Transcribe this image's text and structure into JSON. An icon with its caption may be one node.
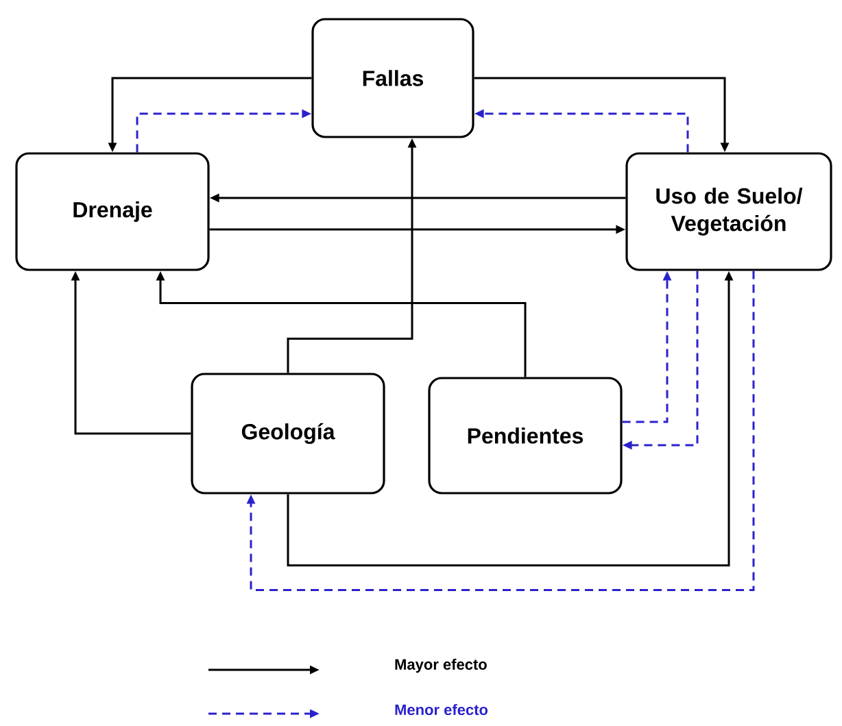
{
  "diagram": {
    "nodes": [
      {
        "text": [
          "Fallas"
        ]
      },
      {
        "text": [
          "Drenaje"
        ]
      },
      {
        "text": [
          "Uso de Suelo/ Vegetación"
        ]
      },
      {
        "text": [
          "Geología"
        ]
      },
      {
        "text": [
          "Pendientes"
        ]
      }
    ],
    "edges": [
      {
        "from": 0,
        "to": 1,
        "arrow": "to"
      },
      {
        "from": 1,
        "to": 0,
        "arrow": "to",
        "style": "dashed",
        "color": "#2a22cc"
      },
      {
        "from": 0,
        "to": 2,
        "arrow": "to"
      },
      {
        "from": 2,
        "to": 0,
        "arrow": "to",
        "style": "dashed",
        "color": "#2a22cc"
      },
      {
        "from": 2,
        "to": 1,
        "arrow": "to"
      },
      {
        "from": 1,
        "to": 2,
        "arrow": "to"
      },
      {
        "from": 3,
        "to": 0,
        "arrow": "to"
      },
      {
        "from": 4,
        "to": 1,
        "arrow": "to"
      },
      {
        "from": 3,
        "to": 1,
        "arrow": "to"
      },
      {
        "from": 4,
        "to": 2,
        "arrow": "to",
        "style": "dashed",
        "color": "#2a22cc"
      },
      {
        "from": 2,
        "to": 4,
        "arrow": "to",
        "style": "dashed",
        "color": "#2a22cc"
      },
      {
        "from": 3,
        "to": 2,
        "arrow": "to"
      },
      {
        "from": 2,
        "to": 3,
        "arrow": "to",
        "style": "dashed",
        "color": "#2a22cc"
      }
    ],
    "legend": [
      {
        "text": "Mayor efecto"
      },
      {
        "text": "Menor efecto"
      }
    ]
  }
}
